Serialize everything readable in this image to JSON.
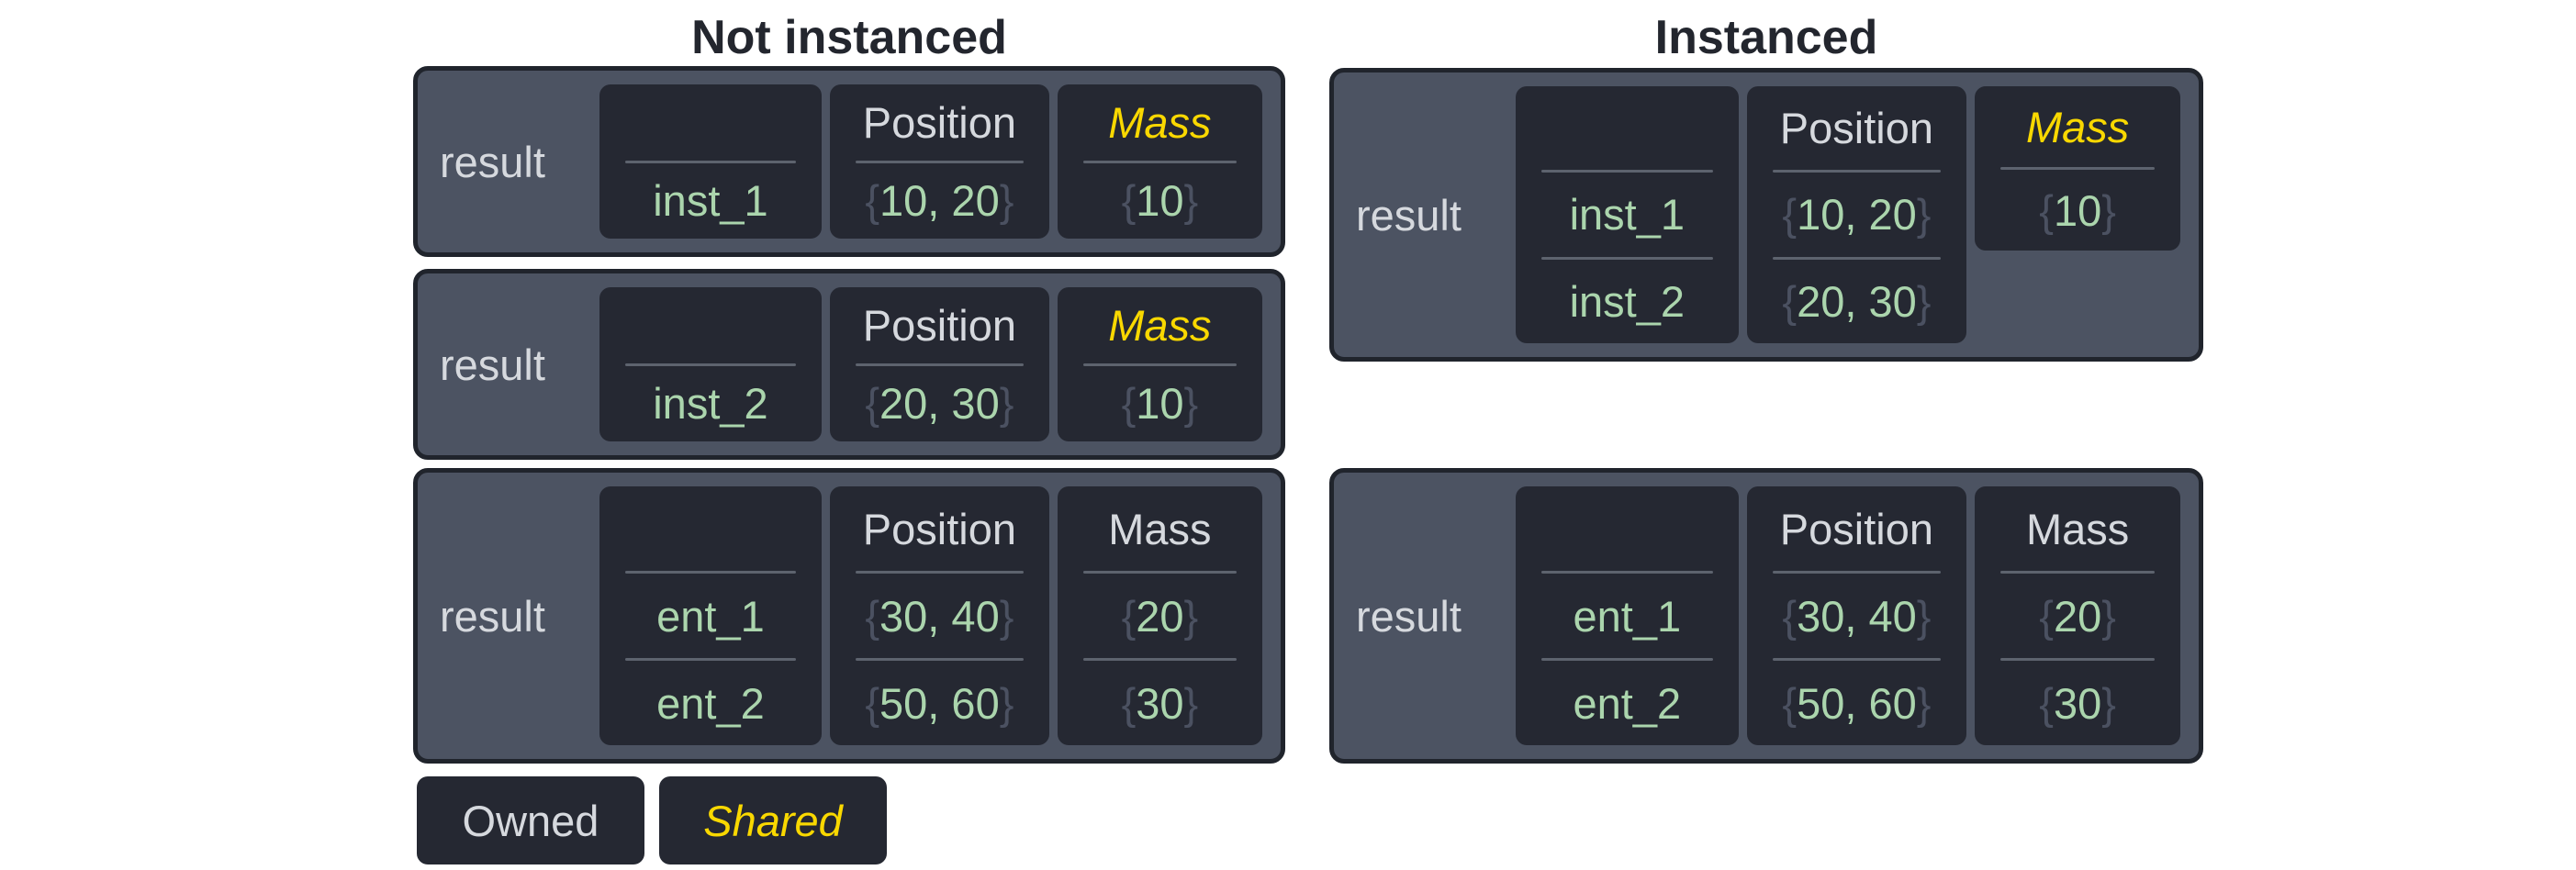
{
  "titles": {
    "not_instanced": "Not instanced",
    "instanced": "Instanced"
  },
  "legend": {
    "owned": "Owned",
    "shared": "Shared"
  },
  "colors": {
    "background": "#ffffff",
    "title_text": "#23262e",
    "table_fill": "#4c5362",
    "table_border": "#20242c",
    "cell_fill": "#252832",
    "divider": "#5d636e",
    "owned_text": "#d6d9de",
    "shared_text": "#f9d800",
    "value_text": "#abd5ad",
    "brace_text": "#4b5161"
  },
  "tables": [
    {
      "section": "Not instanced",
      "row_label": "result",
      "entity": {
        "header": "",
        "rows": [
          "inst_1"
        ]
      },
      "position": {
        "header": "Position",
        "ownership": "owned",
        "rows": [
          {
            "open": "{",
            "num": "10, 20",
            "close": "}"
          }
        ]
      },
      "mass": {
        "header": "Mass",
        "ownership": "shared",
        "rows": [
          {
            "open": "{",
            "num": "10",
            "close": "}"
          }
        ]
      }
    },
    {
      "section": "Not instanced",
      "row_label": "result",
      "entity": {
        "header": "",
        "rows": [
          "inst_2"
        ]
      },
      "position": {
        "header": "Position",
        "ownership": "owned",
        "rows": [
          {
            "open": "{",
            "num": "20, 30",
            "close": "}"
          }
        ]
      },
      "mass": {
        "header": "Mass",
        "ownership": "shared",
        "rows": [
          {
            "open": "{",
            "num": "10",
            "close": "}"
          }
        ]
      }
    },
    {
      "section": "Not instanced",
      "row_label": "result",
      "entity": {
        "header": "",
        "rows": [
          "ent_1",
          "ent_2"
        ]
      },
      "position": {
        "header": "Position",
        "ownership": "owned",
        "rows": [
          {
            "open": "{",
            "num": "30, 40",
            "close": "}"
          },
          {
            "open": "{",
            "num": "50, 60",
            "close": "}"
          }
        ]
      },
      "mass": {
        "header": "Mass",
        "ownership": "owned",
        "rows": [
          {
            "open": "{",
            "num": "20",
            "close": "}"
          },
          {
            "open": "{",
            "num": "30",
            "close": "}"
          }
        ]
      }
    },
    {
      "section": "Instanced",
      "row_label": "result",
      "entity": {
        "header": "",
        "rows": [
          "inst_1",
          "inst_2"
        ]
      },
      "position": {
        "header": "Position",
        "ownership": "owned",
        "rows": [
          {
            "open": "{",
            "num": "10, 20",
            "close": "}"
          },
          {
            "open": "{",
            "num": "20, 30",
            "close": "}"
          }
        ]
      },
      "mass": {
        "header": "Mass",
        "ownership": "shared",
        "rows": [
          {
            "open": "{",
            "num": "10",
            "close": "}"
          }
        ]
      }
    },
    {
      "section": "Instanced",
      "row_label": "result",
      "entity": {
        "header": "",
        "rows": [
          "ent_1",
          "ent_2"
        ]
      },
      "position": {
        "header": "Position",
        "ownership": "owned",
        "rows": [
          {
            "open": "{",
            "num": "30, 40",
            "close": "}"
          },
          {
            "open": "{",
            "num": "50, 60",
            "close": "}"
          }
        ]
      },
      "mass": {
        "header": "Mass",
        "ownership": "owned",
        "rows": [
          {
            "open": "{",
            "num": "20",
            "close": "}"
          },
          {
            "open": "{",
            "num": "30",
            "close": "}"
          }
        ]
      }
    }
  ]
}
